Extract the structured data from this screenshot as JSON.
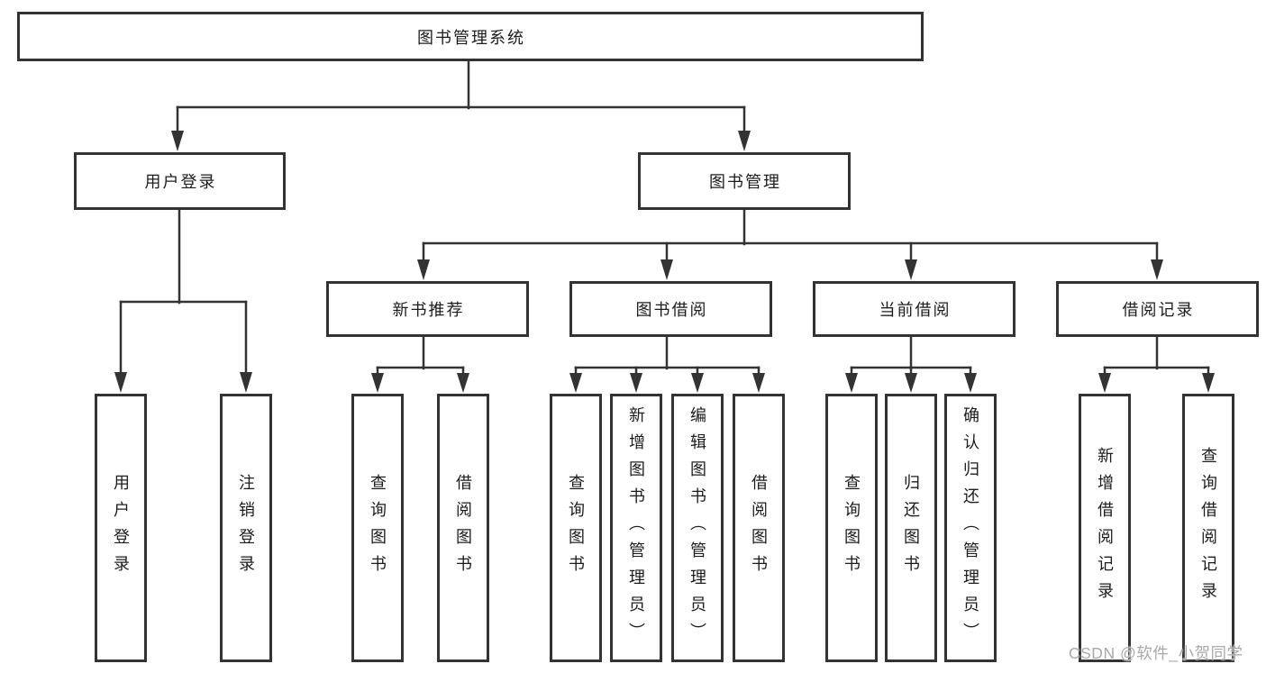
{
  "diagram": {
    "root": {
      "label": "图书管理系统"
    },
    "level2": [
      {
        "label": "用户登录"
      },
      {
        "label": "图书管理"
      }
    ],
    "level3": [
      {
        "label": "新书推荐"
      },
      {
        "label": "图书借阅"
      },
      {
        "label": "当前借阅"
      },
      {
        "label": "借阅记录"
      }
    ],
    "leaves": {
      "user_login": [
        {
          "label": "用户登录"
        },
        {
          "label": "注销登录"
        }
      ],
      "new_books": [
        {
          "label": "查询图书"
        },
        {
          "label": "借阅图书"
        }
      ],
      "book_borrow": [
        {
          "label": "查询图书"
        },
        {
          "label": "新增图书（管理员）"
        },
        {
          "label": "编辑图书（管理员）"
        },
        {
          "label": "借阅图书"
        }
      ],
      "current_borrow": [
        {
          "label": "查询图书"
        },
        {
          "label": "归还图书"
        },
        {
          "label": "确认归还（管理员）"
        }
      ],
      "borrow_records": [
        {
          "label": "新增借阅记录"
        },
        {
          "label": "查询借阅记录"
        }
      ]
    }
  },
  "watermark": {
    "text": "CSDN @软件_小贺同学"
  },
  "colors": {
    "line": "#333333",
    "text": "#1c1c1c",
    "background": "#ffffff",
    "watermark": "#a9a9a9"
  }
}
